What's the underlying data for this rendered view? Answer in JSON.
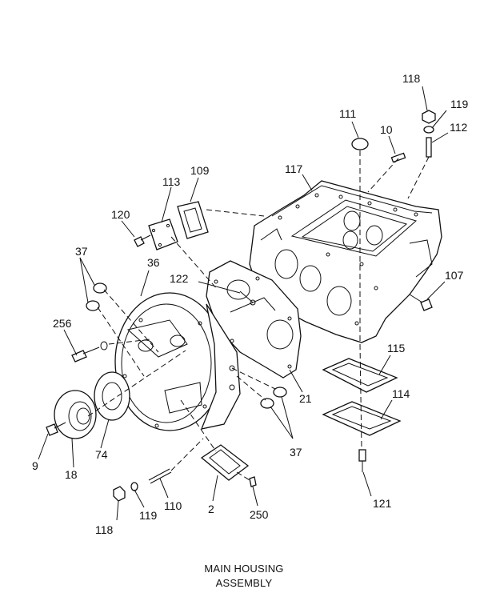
{
  "title_line1": "MAIN HOUSING",
  "title_line2": "ASSEMBLY",
  "callouts": {
    "c118_top": "118",
    "c119_top": "119",
    "c112": "112",
    "c111": "111",
    "c10": "10",
    "c117": "117",
    "c109": "109",
    "c113": "113",
    "c120": "120",
    "c107": "107",
    "c37_top": "37",
    "c36": "36",
    "c122": "122",
    "c256": "256",
    "c115": "115",
    "c114": "114",
    "c21": "21",
    "c37_bottom": "37",
    "c9": "9",
    "c18": "18",
    "c74": "74",
    "c110": "110",
    "c119_bottom": "119",
    "c118_bottom": "118",
    "c2": "2",
    "c250": "250",
    "c121": "121"
  }
}
